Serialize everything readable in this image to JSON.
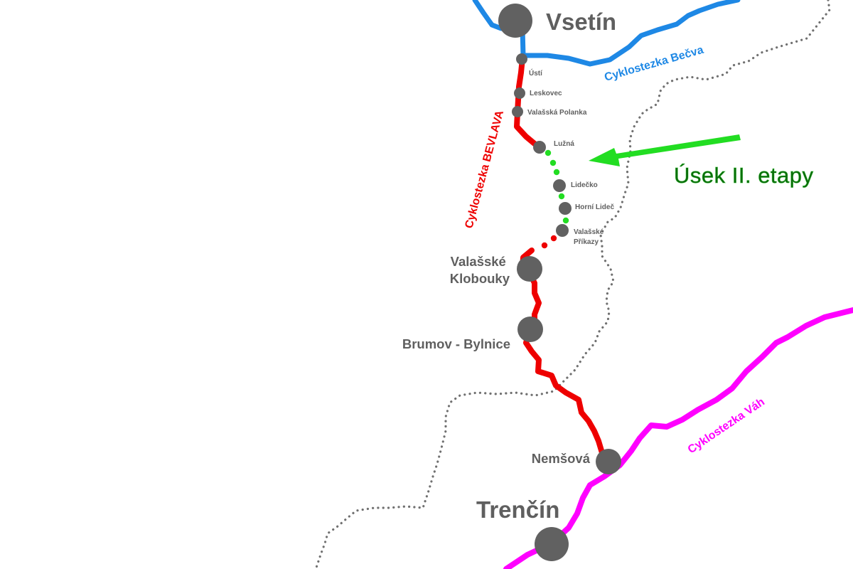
{
  "colors": {
    "background": "#ffffff",
    "border": "#707070",
    "becva": "#1e88e5",
    "bevlava": "#ee0000",
    "vah": "#ff00ff",
    "stage2": "#22dd22",
    "city": "#616161",
    "label": "#5f5f5f",
    "callout_text": "#0a6f0a",
    "arrow": "#22dd22"
  },
  "routes": {
    "becva": {
      "name": "Cyklostezka Bečva",
      "color": "#1e88e5"
    },
    "bevlava": {
      "name": "Cyklostezka BEVLAVA",
      "color": "#ee0000"
    },
    "vah": {
      "name": "Cyklostezka Váh",
      "color": "#ff00ff"
    }
  },
  "stops": [
    {
      "id": "vsetin",
      "name": "Vsetín",
      "size": "large"
    },
    {
      "id": "usti",
      "name": "Ústí",
      "size": "small"
    },
    {
      "id": "leskovec",
      "name": "Leskovec",
      "size": "small"
    },
    {
      "id": "valasska-polanka",
      "name": "Valašská Polanka",
      "size": "small"
    },
    {
      "id": "luzna",
      "name": "Lužná",
      "size": "small"
    },
    {
      "id": "lidecko",
      "name": "Lidečko",
      "size": "small"
    },
    {
      "id": "horni-lidec",
      "name": "Horní Lideč",
      "size": "small"
    },
    {
      "id": "valasske-prikazy",
      "name_lines": [
        "Valašské",
        "Příkazy"
      ],
      "size": "small"
    },
    {
      "id": "valasske-klobouky",
      "name_lines": [
        "Valašské",
        "Klobouky"
      ],
      "size": "medium"
    },
    {
      "id": "brumov-bylnice",
      "name": "Brumov - Bylnice",
      "size": "medium"
    },
    {
      "id": "nemsova",
      "name": "Nemšová",
      "size": "medium"
    },
    {
      "id": "trencin",
      "name": "Trenčín",
      "size": "large"
    }
  ],
  "callout": {
    "text": "Úsek II. etapy",
    "icon": "arrow-left-icon"
  }
}
